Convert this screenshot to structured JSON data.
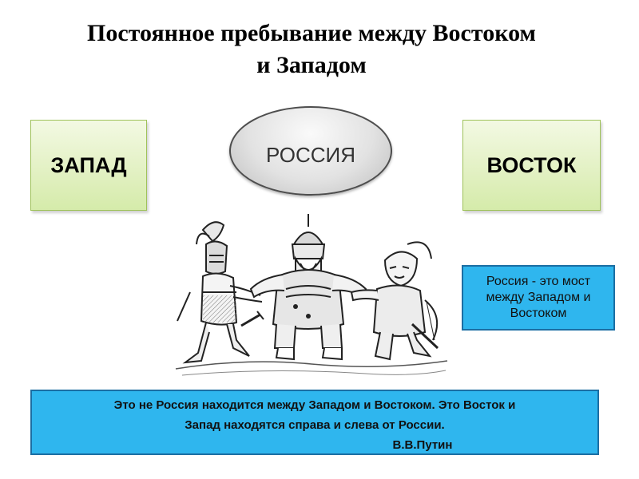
{
  "title": {
    "line1": "Постоянное пребывание между Востоком",
    "line2": "и Западом"
  },
  "boxes": {
    "west": "ЗАПАД",
    "russia": "РОССИЯ",
    "east": "ВОСТОК"
  },
  "quote_box": {
    "text": "Россия  - это мост между Западом и Востоком"
  },
  "bottom_box": {
    "line1": "Это не Россия находится между Западом и Востоком. Это Восток и",
    "line2": "Запад находятся справа и слева от России.",
    "author": "В.В.Путин"
  },
  "colors": {
    "green_box": "#e3f1c4",
    "green_border": "#9fc25a",
    "blue_box": "#2fb6ee",
    "blue_border": "#1b6ea3",
    "oval_border": "#4d4d4d"
  },
  "icons": [
    "knight-figure",
    "bogatyr-figure",
    "nomad-figure"
  ]
}
